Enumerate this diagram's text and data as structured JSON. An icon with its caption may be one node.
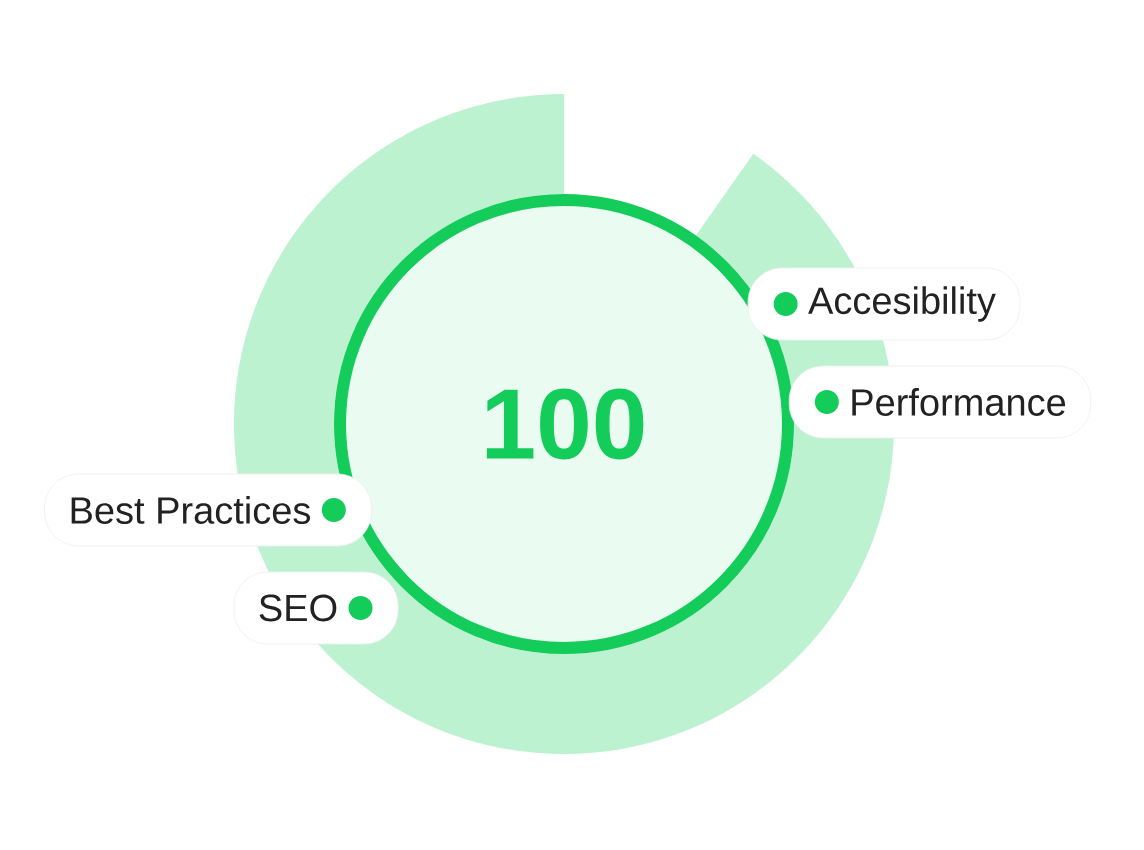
{
  "diagram": {
    "nodes": [
      {
        "text": [
          "100"
        ]
      },
      {
        "text": [
          "Accesibility"
        ]
      },
      {
        "text": [
          "Performance"
        ]
      },
      {
        "text": [
          "Best Practices"
        ]
      },
      {
        "text": [
          "SEO"
        ]
      }
    ]
  }
}
